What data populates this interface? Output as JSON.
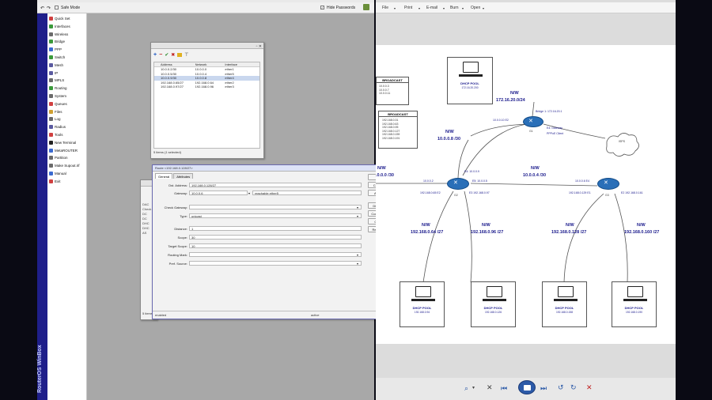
{
  "winbox": {
    "safe_mode": "Safe Mode",
    "hide_passwords": "Hide Passwords",
    "brand_vertical": "RouterOS WinBox",
    "menu": [
      {
        "label": "Quick Set",
        "icon": "wand-icon",
        "color": "#d04040"
      },
      {
        "label": "Interfaces",
        "icon": "interfaces-icon",
        "color": "#3a9a3a"
      },
      {
        "label": "Wireless",
        "icon": "wireless-icon",
        "color": "#6a6a6a"
      },
      {
        "label": "Bridge",
        "icon": "bridge-icon",
        "color": "#3a9a3a"
      },
      {
        "label": "PPP",
        "icon": "ppp-icon",
        "color": "#3a6ad0"
      },
      {
        "label": "Switch",
        "icon": "switch-icon",
        "color": "#3a9a3a"
      },
      {
        "label": "Mesh",
        "icon": "mesh-icon",
        "color": "#5a5aa0"
      },
      {
        "label": "IP",
        "icon": "ip-icon",
        "color": "#5a5aa0"
      },
      {
        "label": "MPLS",
        "icon": "mpls-icon",
        "color": "#6a6a6a"
      },
      {
        "label": "Routing",
        "icon": "routing-icon",
        "color": "#3a9a3a"
      },
      {
        "label": "System",
        "icon": "system-icon",
        "color": "#6a6a6a"
      },
      {
        "label": "Queues",
        "icon": "queues-icon",
        "color": "#d04040"
      },
      {
        "label": "Files",
        "icon": "files-icon",
        "color": "#d0a030"
      },
      {
        "label": "Log",
        "icon": "log-icon",
        "color": "#6a6a6a"
      },
      {
        "label": "Radius",
        "icon": "radius-icon",
        "color": "#5a5aa0"
      },
      {
        "label": "Tools",
        "icon": "tools-icon",
        "color": "#d04040"
      },
      {
        "label": "New Terminal",
        "icon": "terminal-icon",
        "color": "#222222"
      },
      {
        "label": "MetaROUTER",
        "icon": "metarouter-icon",
        "color": "#3a6ad0"
      },
      {
        "label": "Partition",
        "icon": "partition-icon",
        "color": "#6a6a6a"
      },
      {
        "label": "Make Supout.rif",
        "icon": "supout-icon",
        "color": "#6a6a6a"
      },
      {
        "label": "Manual",
        "icon": "manual-icon",
        "color": "#3a6ad0"
      },
      {
        "label": "Exit",
        "icon": "exit-icon",
        "color": "#d04040"
      }
    ],
    "route_list": {
      "columns": [
        "Address",
        "Network",
        "Interface"
      ],
      "rows": [
        {
          "addr": "10.0.0.2/30",
          "net": "10.0.0.0",
          "iface": "ether1",
          "selected": false
        },
        {
          "addr": "10.0.0.5/30",
          "net": "10.0.0.4",
          "iface": "ether5",
          "selected": false
        },
        {
          "addr": "10.0.0.9/30",
          "net": "10.0.0.8",
          "iface": "ether4",
          "selected": true
        },
        {
          "addr": "192.168.0.65/27",
          "net": "192.168.0.64",
          "iface": "ether2",
          "selected": false
        },
        {
          "addr": "192.168.0.97/27",
          "net": "192.168.0.96",
          "iface": "ether3",
          "selected": false
        }
      ],
      "status": "5 items (1 selected)"
    },
    "route_dialog": {
      "title": "Route <192.168.0.128/27>",
      "tabs": [
        "General",
        "Attributes"
      ],
      "dst_address_label": "Dst. Address:",
      "dst_address": "192.168.0.128/27",
      "gateway_label": "Gateway:",
      "gateway": "10.0.0.6",
      "gateway_status": "reachable ether5",
      "check_gateway_label": "Check Gateway:",
      "type_label": "Type:",
      "type": "unicast",
      "distance_label": "Distance:",
      "distance": "1",
      "scope_label": "Scope:",
      "scope": "30",
      "target_scope_label": "Target Scope:",
      "target_scope": "10",
      "routing_mark_label": "Routing Mark:",
      "pref_source_label": "Pref. Source:",
      "buttons": [
        "OK",
        "Cancel",
        "Apply",
        "Disable",
        "Comment",
        "Copy",
        "Remove"
      ],
      "status_left": "enabled",
      "status_right": "active"
    },
    "back_window": {
      "left_text": [
        "DAC",
        "Check",
        "DC",
        "DC",
        "DHC",
        "DHC",
        "AS"
      ],
      "status": "5 items"
    }
  },
  "viewer": {
    "toolbar": [
      "File",
      "Print",
      "E-mail",
      "Burn",
      "Open"
    ],
    "diagram": {
      "broadcast_box_1": {
        "title": "BROADCAST",
        "lines": [
          "10.0.0.3",
          "10.0.0.7",
          "10.0.0.11"
        ]
      },
      "broadcast_box_2": {
        "title": "BROADCAST",
        "lines": [
          "192.168.0.31",
          "192.168.0.63",
          "192.168.0.95",
          "192.168.0.127",
          "192.168.0.159",
          "192.168.0.191"
        ]
      },
      "top_pool": {
        "title": "DHCP POOL",
        "range": "172.16.20.200"
      },
      "nw_top": "N/W",
      "nw_top_net": "172.16.20.0/24",
      "bridge_label": "Bridge 1: 172.16.20.1",
      "e4_gateway": "E4: Gateway",
      "pppoe_client": "PPPoE Client",
      "internet": "ISPS",
      "g1": "G1",
      "g2": "G2",
      "g3": "G3",
      "g1_e2": "10.0.0.10  E2",
      "nw_left": "N/W",
      "nw_left_net": "10.0.0.8 /30",
      "nw_far_left": "N/W",
      "nw_far_left_net": ".0.0.0 /30",
      "nw_mid": "N/W",
      "nw_mid_net": "10.0.0.4 /30",
      "g2_e4": "E4: 10.0.0.9",
      "g2_e1": "10.0.0.2",
      "g2_e5": "E5: 10.0.0.5",
      "g2_e2": "192.168.0.65 E2",
      "g2_e3": "E3 192.168.0.97",
      "g3_e4": "10.0.0.6 E4",
      "g3_e1": "192.168.0.129 E1",
      "g3_e2": "E2 192.168.0.161",
      "nw_b1": "N/W",
      "nw_b1_net": "192.168.0.64 /27",
      "nw_b2": "N/W",
      "nw_b2_net": "192.168.0.96 /27",
      "nw_b3": "N/W",
      "nw_b3_net": "192.168.0.128 /27",
      "nw_b4": "N/W",
      "nw_b4_net": "192.168.0.160 /27",
      "pools": [
        {
          "title": "DHCP POOL",
          "range": "192.168.0.94"
        },
        {
          "title": "DHCP POOL",
          "range": "192.168.0.126"
        },
        {
          "title": "DHCP POOL",
          "range": "192.168.0.158"
        },
        {
          "title": "DHCP POOL",
          "range": "192.168.0.190"
        }
      ]
    }
  },
  "colors": {
    "winbox_strip": "#1f1f8a",
    "diagram_text": "#1a1a8c",
    "router_blue": "#2a6fb8"
  }
}
